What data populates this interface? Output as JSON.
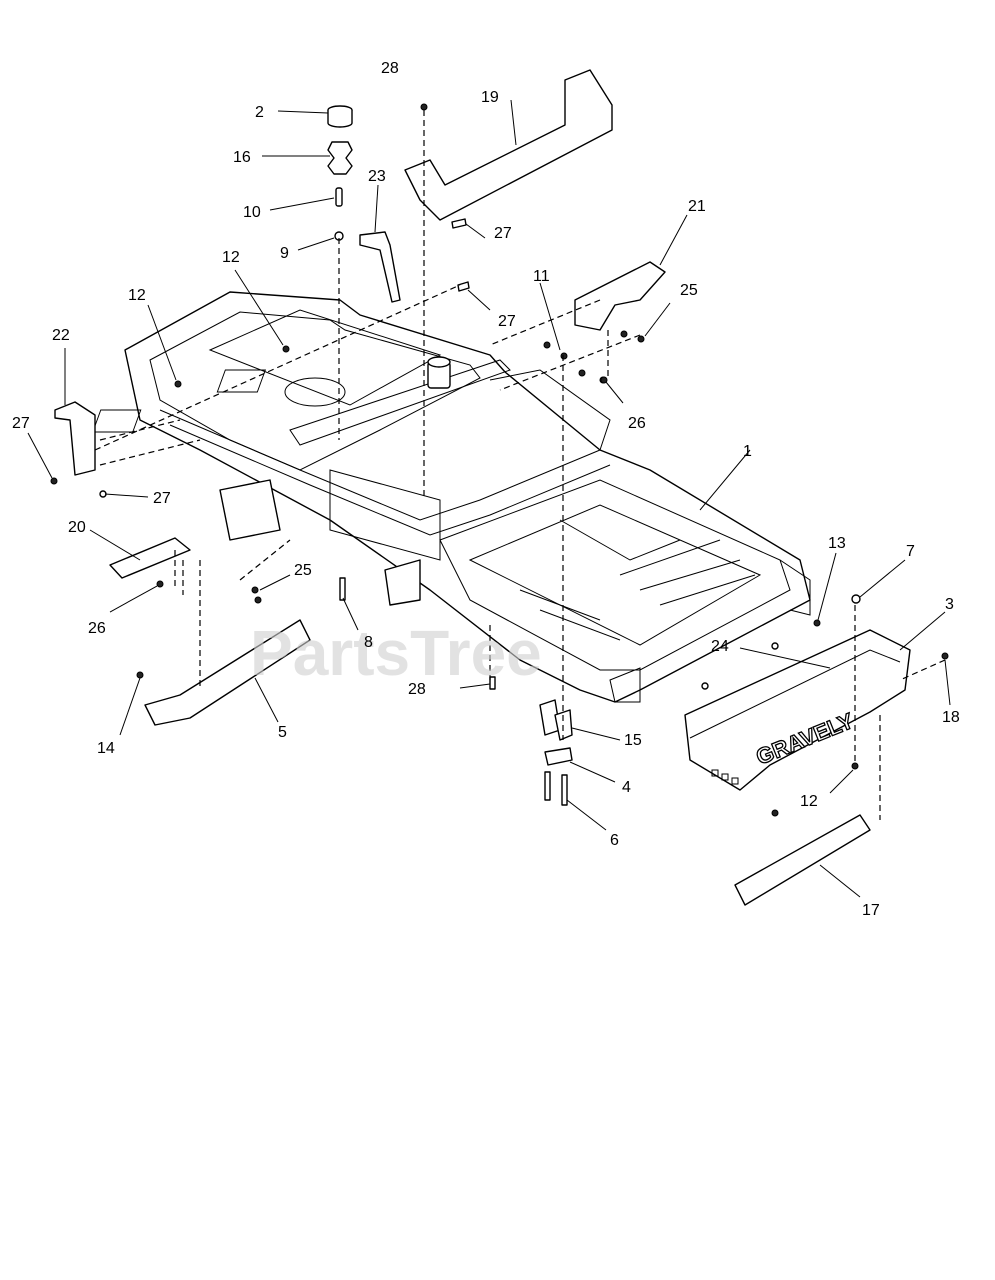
{
  "watermark": "PartsTree",
  "brand_text": "GRAVELY",
  "callouts": {
    "c1": "1",
    "c2": "2",
    "c3": "3",
    "c4": "4",
    "c5": "5",
    "c6": "6",
    "c7": "7",
    "c8": "8",
    "c9": "9",
    "c10": "10",
    "c11": "11",
    "c12a": "12",
    "c12b": "12",
    "c12c": "12",
    "c13": "13",
    "c14": "14",
    "c15": "15",
    "c16": "16",
    "c17": "17",
    "c18": "18",
    "c19": "19",
    "c20": "20",
    "c21": "21",
    "c22": "22",
    "c23": "23",
    "c24": "24",
    "c25a": "25",
    "c25b": "25",
    "c26a": "26",
    "c26b": "26",
    "c27a": "27",
    "c27b": "27",
    "c27c": "27",
    "c27d": "27",
    "c28a": "28",
    "c28b": "28"
  }
}
